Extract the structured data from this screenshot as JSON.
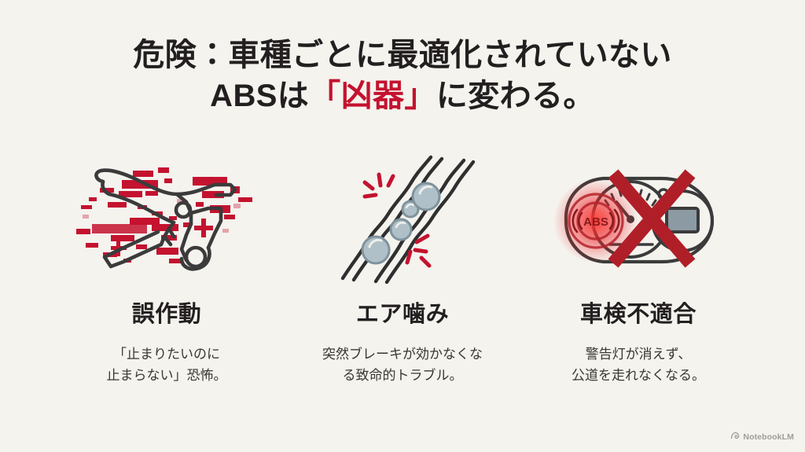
{
  "slide": {
    "background_color": "#F4F3EE",
    "text_color": "#231F20",
    "accent_color": "#C4122F"
  },
  "title": {
    "line1": "危険：車種ごとに最適化されていない",
    "line2_prefix": "ABSは",
    "line2_accent": "「凶器」",
    "line2_suffix": "に変わる。"
  },
  "columns": [
    {
      "icon_name": "brake-lever-malfunction-icon",
      "heading": "誤作動",
      "body": "「止まりたいのに\n止まらない」恐怖。"
    },
    {
      "icon_name": "brake-hose-air-bubbles-icon",
      "heading": "エア噛み",
      "body": "突然ブレーキが効かなくな\nる致命的トラブル。"
    },
    {
      "icon_name": "abs-warning-light-instrument-cluster-icon",
      "heading": "車検不適合",
      "body": "警告灯が消えず、\n公道を走れなくなる。"
    }
  ],
  "watermark": {
    "label": "NotebookLM",
    "icon_name": "notebooklm-logo-icon"
  }
}
